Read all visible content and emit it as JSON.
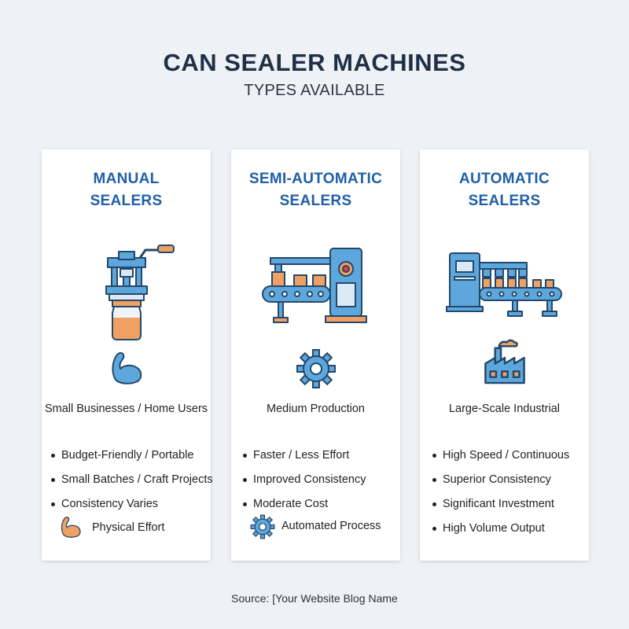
{
  "header": {
    "title": "CAN SEALER MACHINES",
    "subtitle": "TYPES AVAILABLE"
  },
  "cards": [
    {
      "title_line1": "MANUAL",
      "title_line2": "SEALERS",
      "machine_icon": "hand-crank-jar-sealer-icon",
      "sub_icon": "flexed-arm-icon",
      "audience": "Small Businesses / Home Users",
      "bullets": [
        "Budget-Friendly / Portable",
        "Small Batches / Craft Projects",
        "Consistency Varies"
      ],
      "footer_icon": "flexed-arm-icon",
      "footer_label": "Physical Effort"
    },
    {
      "title_line1": "SEMI-AUTOMATIC",
      "title_line2": "SEALERS",
      "machine_icon": "conveyor-sealer-icon",
      "sub_icon": "gear-icon",
      "audience": "Medium Production",
      "bullets": [
        "Faster / Less Effort",
        "Improved Consistency",
        "Moderate Cost"
      ],
      "footer_icon": "gear-icon",
      "footer_label": "Automated Process"
    },
    {
      "title_line1": "AUTOMATIC",
      "title_line2": "SEALERS",
      "machine_icon": "production-line-icon",
      "sub_icon": "factory-icon",
      "audience": "Large-Scale Industrial",
      "bullets": [
        "High Speed / Continuous",
        "Superior Consistency",
        "Significant Investment",
        "High Volume Output"
      ]
    }
  ],
  "source": "Source: [Your Website Blog Name",
  "colors": {
    "background": "#eef1f5",
    "title": "#1f2f45",
    "card_title": "#1f5fa6",
    "icon_blue": "#5da7dc",
    "icon_orange": "#f0a062",
    "outline": "#24486b"
  }
}
